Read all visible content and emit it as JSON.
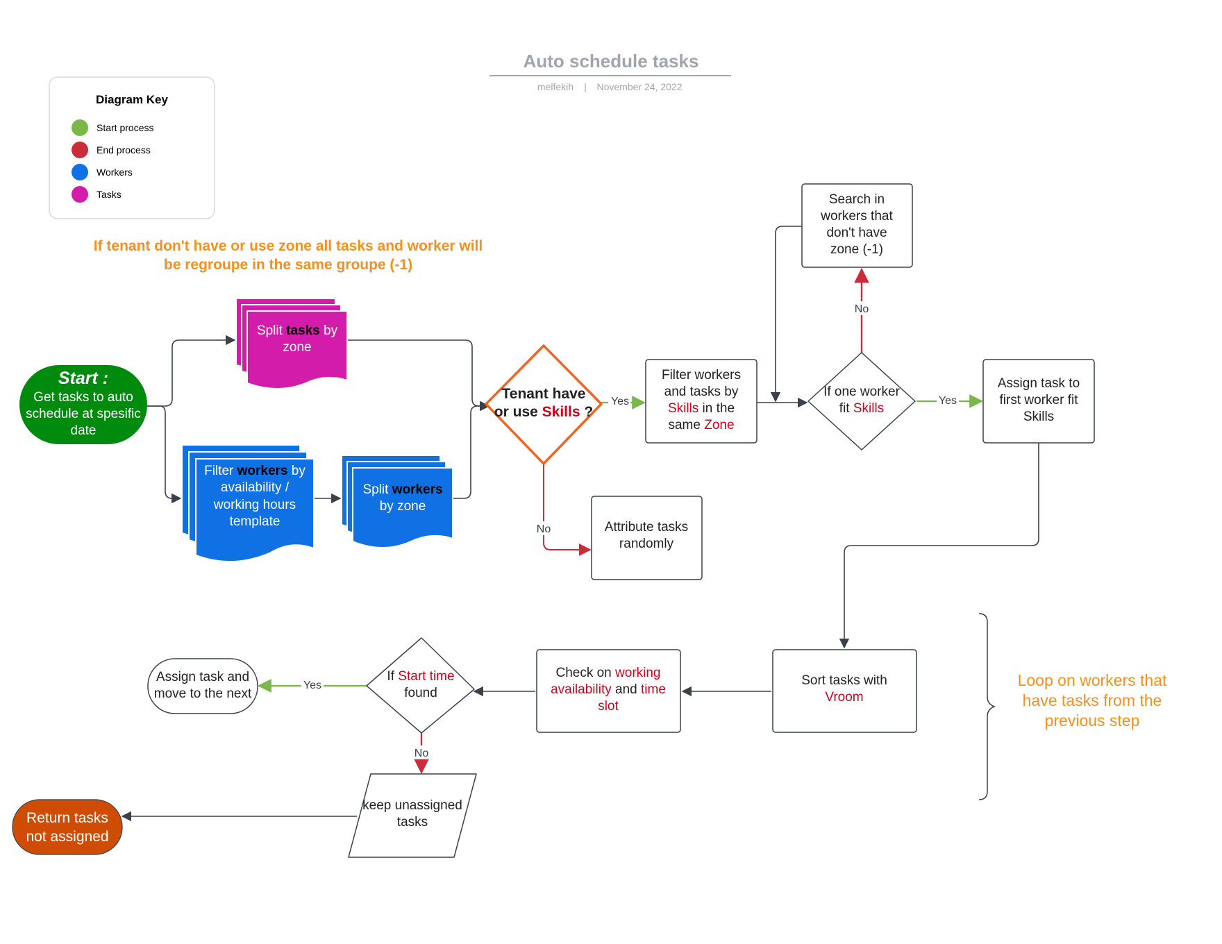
{
  "header": {
    "title": "Auto schedule tasks",
    "author": "melfekih",
    "separator": "|",
    "date": "November 24, 2022"
  },
  "key": {
    "title": "Diagram Key",
    "items": [
      {
        "label": "Start process",
        "color": "#7ab648"
      },
      {
        "label": "End process",
        "color": "#c92d39"
      },
      {
        "label": "Workers",
        "color": "#1071e5"
      },
      {
        "label": "Tasks",
        "color": "#d41cab"
      }
    ]
  },
  "note_zone": {
    "line1": "If tenant don't have or use zone all tasks and worker will",
    "line2": "be regroupe in the same groupe (-1)"
  },
  "nodes": {
    "start": {
      "title": "Start :",
      "l1": "Get tasks to auto",
      "l2": "schedule at spesific",
      "l3": "date"
    },
    "split_tasks": {
      "l1a": "Split ",
      "l1b": "tasks",
      "l1c": " by",
      "l2": "zone"
    },
    "filter_workers": {
      "l1a": "Filter ",
      "l1b": "workers",
      "l1c": " by",
      "l2": "availability /",
      "l3": "working hours",
      "l4": "template"
    },
    "split_workers": {
      "l1a": "Split ",
      "l1b": "workers",
      "l2": "by zone"
    },
    "tenant_decision": {
      "l1": "Tenant have",
      "l2a": "or use ",
      "l2b": "Skills",
      "l2c": " ?"
    },
    "filter_skills": {
      "l1": "Filter workers",
      "l2": "and tasks by",
      "l3a": "Skills",
      "l3b": " in the",
      "l4a": "same ",
      "l4b": "Zone"
    },
    "attribute_random": {
      "l1": "Attribute tasks",
      "l2": "randomly"
    },
    "one_worker_decision": {
      "l1": "If one worker",
      "l2a": "fit ",
      "l2b": "Skills"
    },
    "search_workers": {
      "l1": "Search in",
      "l2": "workers that",
      "l3": "don't have",
      "l4": "zone (-1)"
    },
    "assign_first": {
      "l1": "Assign task to",
      "l2": "first worker fit",
      "l3": "Skills"
    },
    "sort_tasks": {
      "l1": "Sort tasks with",
      "l2": "Vroom"
    },
    "check_availability": {
      "l1a": "Check on ",
      "l1b": "working",
      "l2a": "availability",
      "l2b": " and ",
      "l2c": "time",
      "l3": "slot"
    },
    "start_time_decision": {
      "l1a": "If ",
      "l1b": "Start time",
      "l2": "found"
    },
    "assign_next": {
      "l1": "Assign task and",
      "l2": "move to the next"
    },
    "keep_unassigned": {
      "l1": "keep unassigned",
      "l2": "tasks"
    },
    "return_tasks": {
      "l1": "Return tasks",
      "l2": "not assigned"
    }
  },
  "edge_labels": {
    "tenant_yes": "Yes",
    "tenant_no": "No",
    "one_worker_no": "No",
    "one_worker_yes": "Yes",
    "start_time_yes": "Yes",
    "start_time_no": "No"
  },
  "loop_note": {
    "l1": "Loop on  workers that",
    "l2": "have tasks from the",
    "l3": "previous step"
  },
  "colors": {
    "start": "#008a0e",
    "end": "#cf4c05",
    "workers": "#1071e5",
    "tasks": "#d41cab",
    "decision_highlight": "#f16521",
    "red_text": "#d0021b",
    "orange_text": "#f78f1e",
    "yes_arrow": "#7ab648",
    "no_arrow": "#c92d39",
    "line": "#3a414a"
  }
}
